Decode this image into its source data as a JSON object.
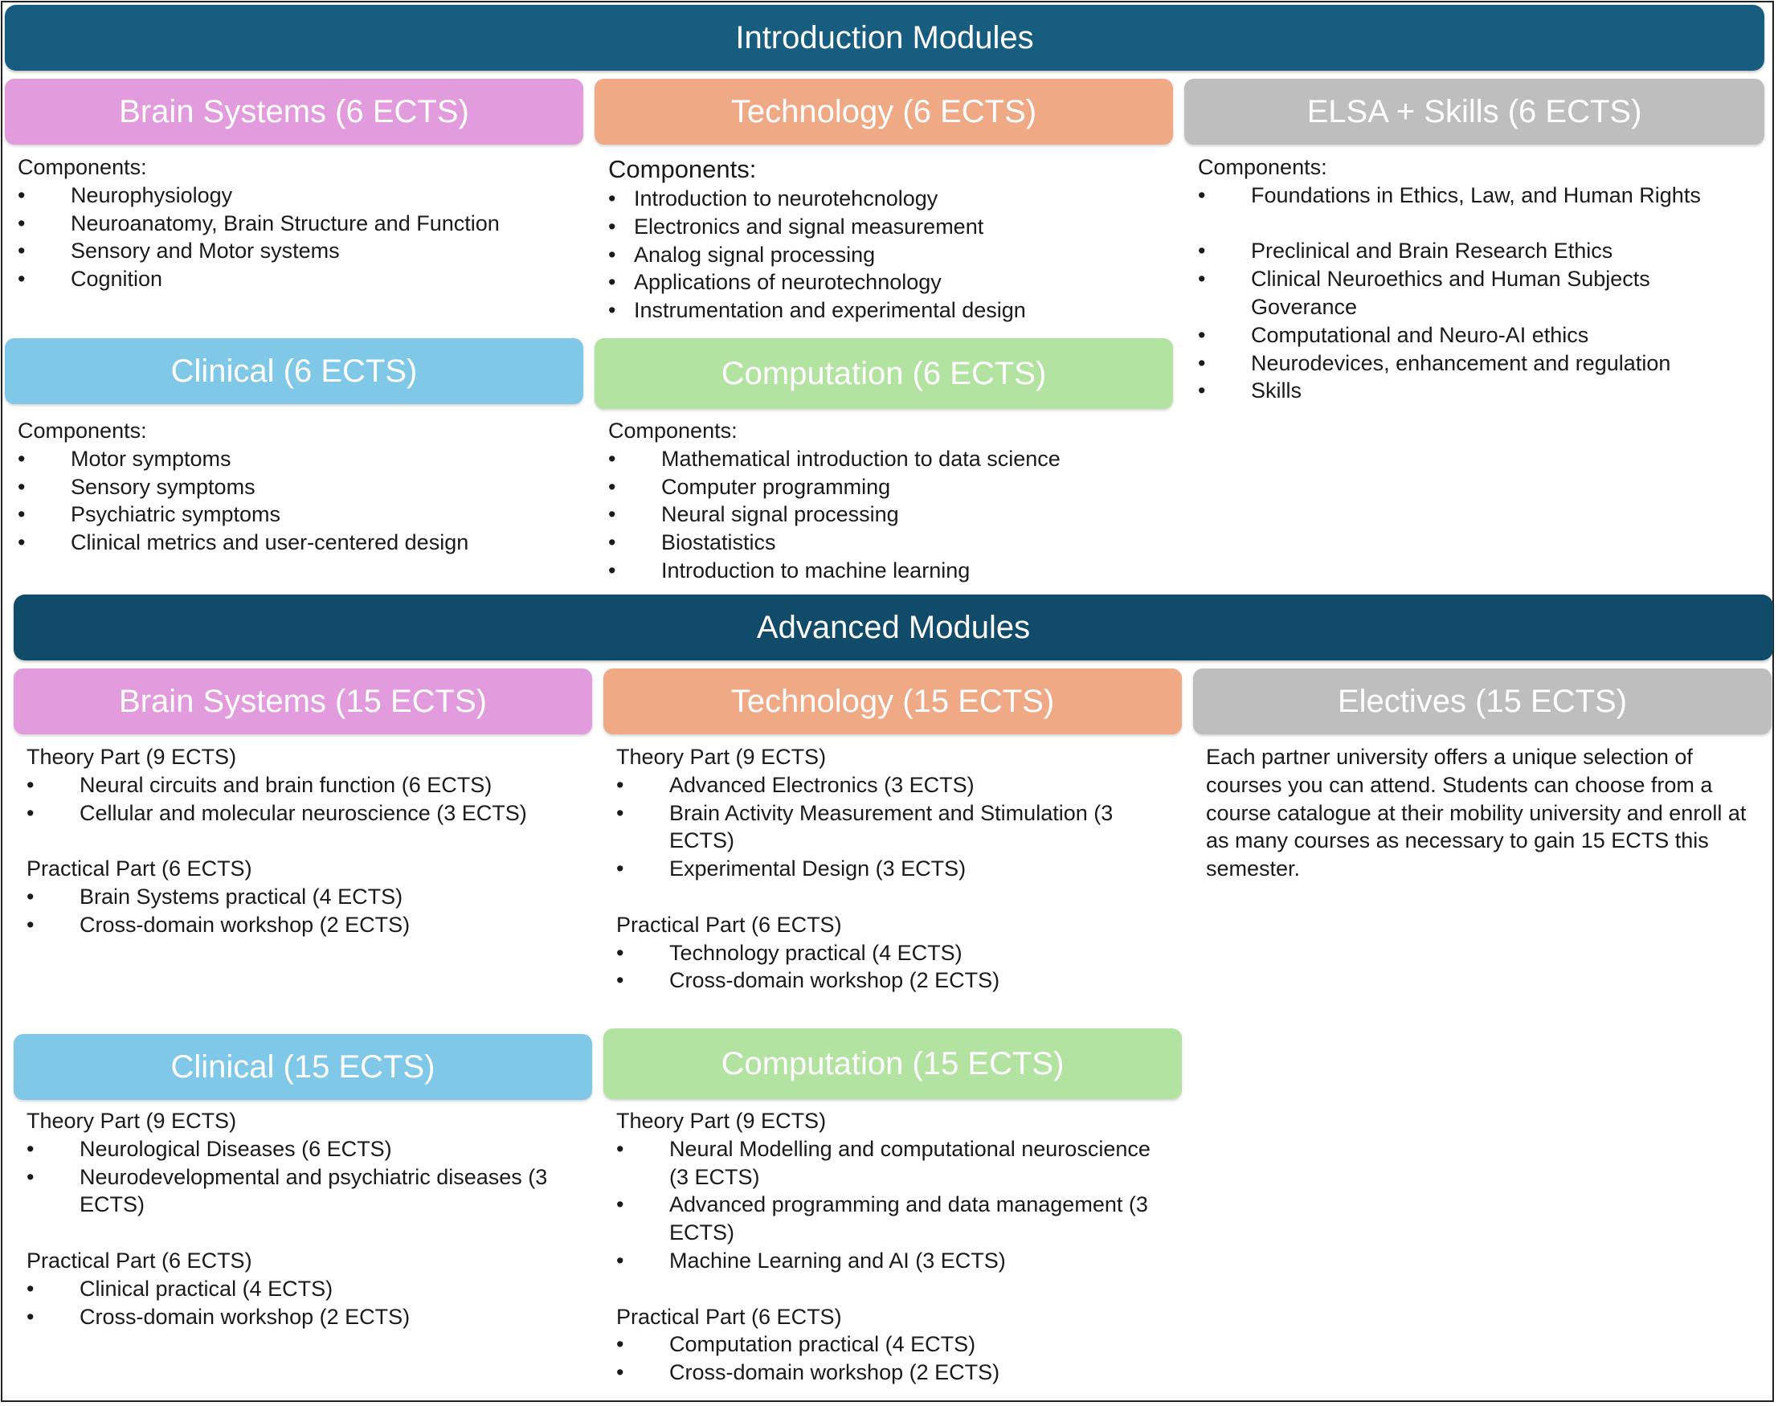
{
  "intro": {
    "title": "Introduction Modules",
    "brain": {
      "title": "Brain Systems (6 ECTS)",
      "heading": "Components:",
      "items": [
        "Neurophysiology",
        "Neuroanatomy, Brain Structure and Function",
        "Sensory and Motor systems",
        "Cognition"
      ]
    },
    "technology": {
      "title": "Technology (6 ECTS)",
      "heading": "Components:",
      "items": [
        "Introduction to neurotehcnology",
        "Electronics and signal measurement",
        "Analog signal processing",
        "Applications of neurotechnology",
        "Instrumentation and experimental design"
      ]
    },
    "elsa": {
      "title": "ELSA + Skills (6 ECTS)",
      "heading": "Components:",
      "items": [
        "Foundations in Ethics, Law, and Human Rights",
        "Preclinical and Brain Research Ethics",
        "Clinical Neuroethics and Human Subjects Goverance",
        "Computational and Neuro-AI ethics",
        "Neurodevices, enhancement and regulation",
        "Skills"
      ]
    },
    "clinical": {
      "title": "Clinical (6 ECTS)",
      "heading": "Components:",
      "items": [
        "Motor symptoms",
        "Sensory symptoms",
        "Psychiatric symptoms",
        "Clinical metrics and user-centered design"
      ]
    },
    "computation": {
      "title": "Computation (6 ECTS)",
      "heading": "Components:",
      "items": [
        "Mathematical introduction to data science",
        "Computer programming",
        "Neural signal processing",
        "Biostatistics",
        "Introduction to machine learning"
      ]
    }
  },
  "advanced": {
    "title": "Advanced Modules",
    "brain": {
      "title": "Brain Systems (15 ECTS)",
      "theory_heading": "Theory Part (9 ECTS)",
      "theory_items": [
        "Neural circuits and brain function (6 ECTS)",
        "Cellular and molecular neuroscience (3 ECTS)"
      ],
      "practical_heading": "Practical Part (6 ECTS)",
      "practical_items": [
        "Brain Systems practical (4 ECTS)",
        "Cross-domain workshop (2 ECTS)"
      ]
    },
    "technology": {
      "title": "Technology (15 ECTS)",
      "theory_heading": "Theory Part (9 ECTS)",
      "theory_items": [
        "Advanced Electronics (3 ECTS)",
        "Brain Activity Measurement and Stimulation (3 ECTS)",
        "Experimental Design (3 ECTS)"
      ],
      "practical_heading": "Practical Part (6 ECTS)",
      "practical_items": [
        "Technology practical (4 ECTS)",
        "Cross-domain workshop (2 ECTS)"
      ]
    },
    "electives": {
      "title": "Electives (15 ECTS)",
      "text": "Each partner university offers a unique selection of courses you can attend. Students can choose from a course catalogue at their mobility university and enroll at as many courses as necessary to gain 15 ECTS this semester."
    },
    "clinical": {
      "title": "Clinical (15 ECTS)",
      "theory_heading": "Theory Part (9 ECTS)",
      "theory_items": [
        "Neurological Diseases (6 ECTS)",
        "Neurodevelopmental and psychiatric diseases (3 ECTS)"
      ],
      "practical_heading": "Practical Part (6 ECTS)",
      "practical_items": [
        "Clinical practical (4 ECTS)",
        "Cross-domain workshop (2 ECTS)"
      ]
    },
    "computation": {
      "title": "Computation (15 ECTS)",
      "theory_heading": "Theory Part (9 ECTS)",
      "theory_items": [
        "Neural Modelling and computational neuroscience (3 ECTS)",
        "Advanced programming and data management (3 ECTS)",
        "Machine Learning and AI (3 ECTS)"
      ],
      "practical_heading": "Practical Part (6 ECTS)",
      "practical_items": [
        "Computation practical (4 ECTS)",
        "Cross-domain workshop (2 ECTS)"
      ]
    }
  }
}
